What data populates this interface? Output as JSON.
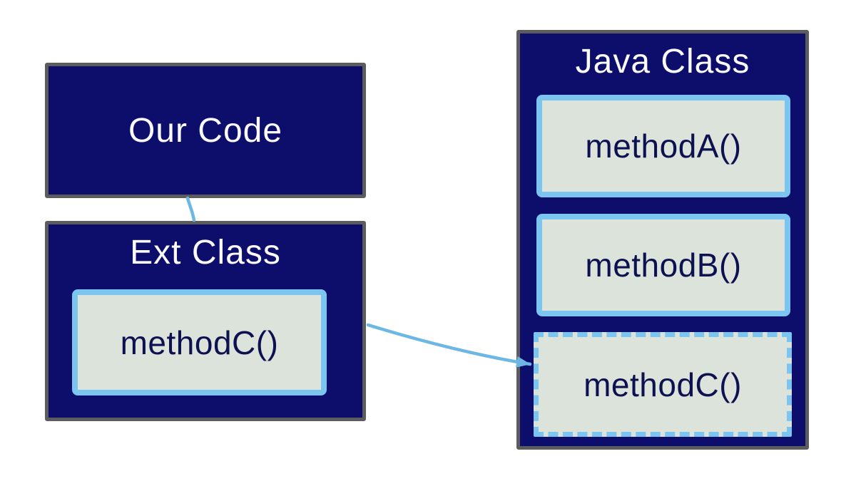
{
  "diagram": {
    "our_code": {
      "title": "Our Code"
    },
    "ext_class": {
      "title": "Ext Class",
      "methods": [
        {
          "label": "methodC()",
          "border": "solid"
        }
      ]
    },
    "java_class": {
      "title": "Java Class",
      "methods": [
        {
          "label": "methodA()",
          "border": "solid"
        },
        {
          "label": "methodB()",
          "border": "solid"
        },
        {
          "label": "methodC()",
          "border": "dashed"
        }
      ]
    },
    "connectors": [
      {
        "name": "our-code-to-ext-class",
        "from": "Our Code",
        "to": "Ext Class",
        "arrowhead": false
      },
      {
        "name": "ext-methodc-to-java-methodc",
        "from": "Ext Class methodC()",
        "to": "Java Class methodC()",
        "arrowhead": true
      }
    ]
  },
  "colors": {
    "navy": "#0d0d6b",
    "border_gray": "#5c5c5e",
    "light_blue": "#7cc5f1",
    "arrow_blue": "#6db7e5",
    "method_fill": "#dce3da",
    "method_text": "#0d1150",
    "title_text": "#fafafa",
    "background": "#ffffff"
  }
}
